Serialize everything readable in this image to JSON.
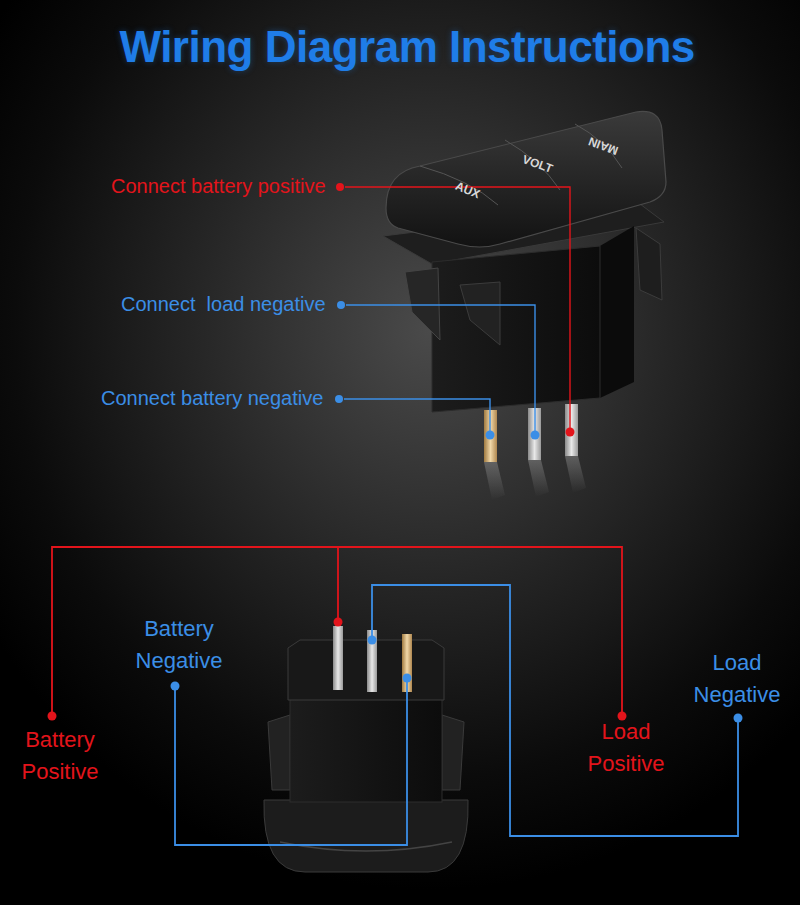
{
  "diagram": {
    "title": "Wiring Diagram Instructions",
    "labels": [
      "AUX",
      "VOLT",
      "MAIN",
      "Connect battery positive",
      "Connect  load negative",
      "Connect battery negative",
      "Battery Positive",
      "Battery Negative",
      "Load Positive",
      "Load Negative"
    ]
  }
}
